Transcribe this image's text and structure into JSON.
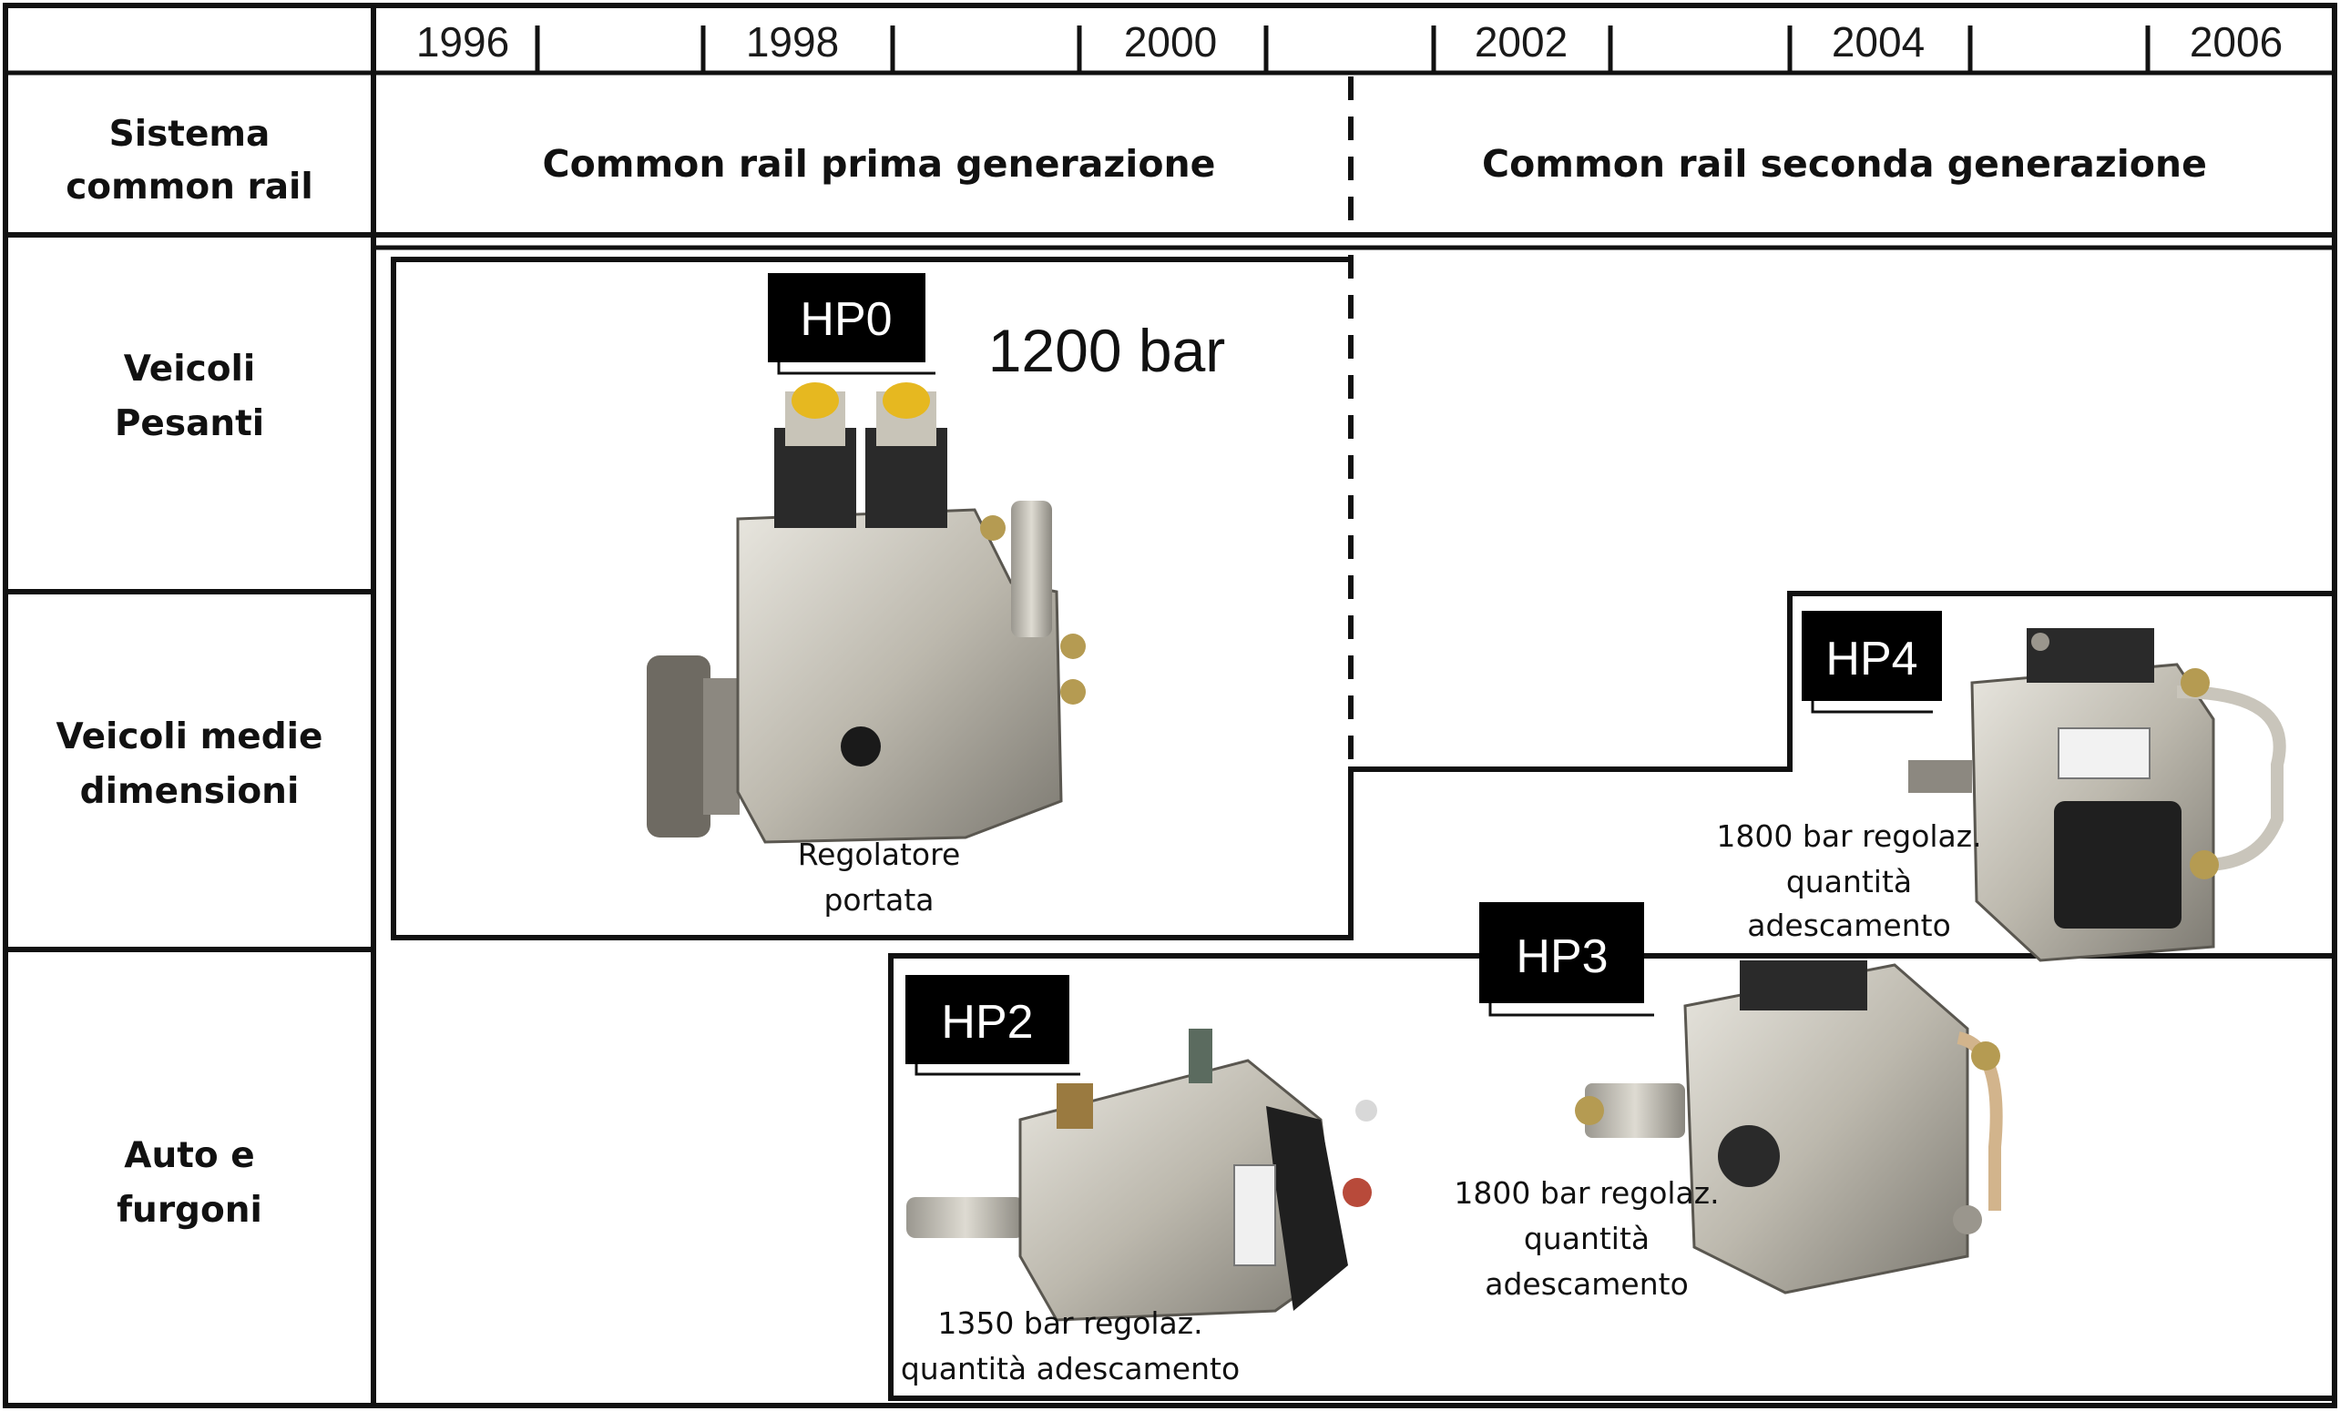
{
  "years": [
    "1996",
    "1998",
    "2000",
    "2002",
    "2004",
    "2006"
  ],
  "header": {
    "system_label": [
      "Sistema",
      "common rail"
    ],
    "first_generation": "Common rail prima generazione",
    "second_generation": "Common rail seconda generazione"
  },
  "rows": [
    {
      "label": [
        "Veicoli",
        "Pesanti"
      ]
    },
    {
      "label": [
        "Veicoli medie",
        "dimensioni"
      ]
    },
    {
      "label": [
        "Auto e",
        "furgoni"
      ]
    }
  ],
  "pumps": {
    "hp0": {
      "name": "HP0",
      "pressure": "1200 bar",
      "note": [
        "Regolatore",
        "portata"
      ]
    },
    "hp2": {
      "name": "HP2",
      "note": [
        "1350 bar regolaz.",
        "quantità adescamento"
      ]
    },
    "hp3": {
      "name": "HP3",
      "note": [
        "1800 bar regolaz.",
        "quantità",
        "adescamento"
      ]
    },
    "hp4": {
      "name": "HP4",
      "note": [
        "1800 bar regolaz.",
        "quantità",
        "adescamento"
      ]
    }
  }
}
